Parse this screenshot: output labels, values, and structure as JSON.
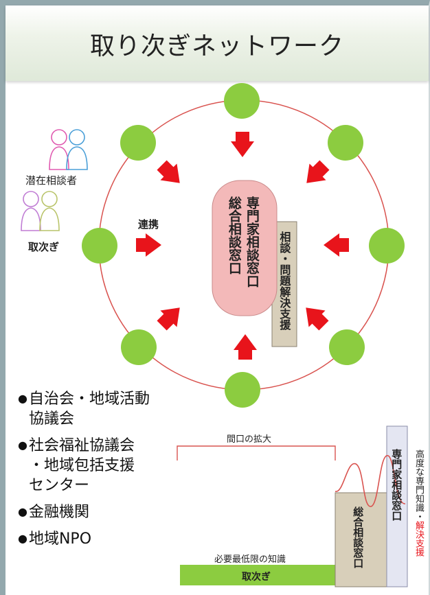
{
  "title": "取り次ぎネットワーク",
  "diagram": {
    "center_box": {
      "col1": "専門家相談窓口",
      "col2": "総合相談窓口"
    },
    "side_box": "相談・問題解決支援",
    "renkei_label": "連携",
    "senzai_label": "潜在相談者",
    "toritsugi_label": "取次ぎ",
    "colors": {
      "circle_fill": "#8ccc40",
      "ring": "#d9534f",
      "arrow": "#e8141b",
      "center_box": "#f3b9b9",
      "side_box": "#d8cfba"
    }
  },
  "list": [
    {
      "line1": "自治会・地域活動",
      "line2": "協議会"
    },
    {
      "line1": "社会福祉協議会",
      "line2": "・地域包括支援",
      "line3": "センター"
    },
    {
      "line1": "金融機関"
    },
    {
      "line1": "地域NPO"
    }
  ],
  "bottom_chart": {
    "mado_label": "間口の拡大",
    "hitsuyo_label": "必要最低限の知識",
    "toritsugi_bar": "取次ぎ",
    "sogo_bar": "総合相談窓口",
    "senmon_bar": "専門家相談窓口",
    "kodo_label": "高度な専門知識・",
    "kaiketsu_label": "解決支援"
  }
}
